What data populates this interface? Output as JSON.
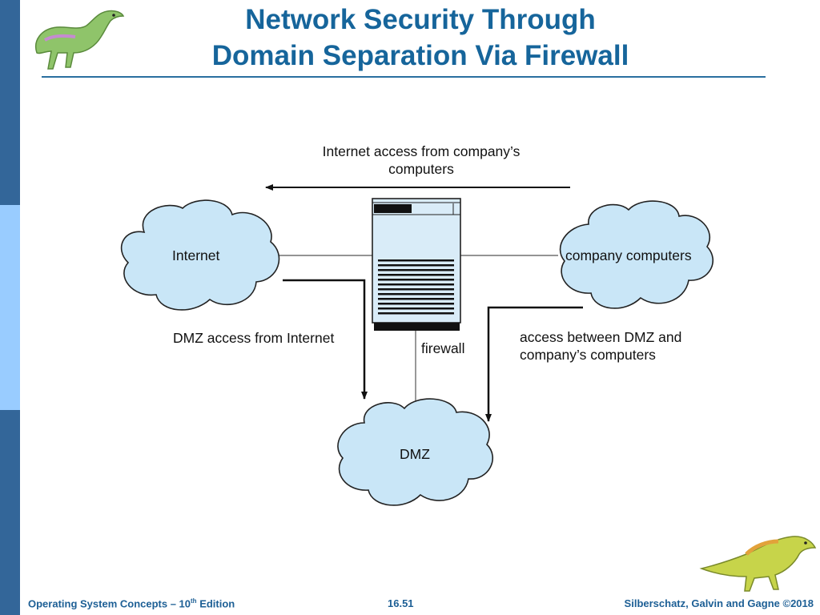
{
  "slide": {
    "title_line1": "Network Security Through",
    "title_line2": "Domain Separation Via Firewall"
  },
  "diagram": {
    "top_arrow_label_line1": "Internet access from company’s",
    "top_arrow_label_line2": "computers",
    "cloud_internet": "Internet",
    "cloud_company": "company computers",
    "cloud_dmz": "DMZ",
    "firewall_label": "firewall",
    "dmz_access_label": "DMZ access from Internet",
    "between_label_line1": "access between DMZ and",
    "between_label_line2": "company’s computers"
  },
  "footer": {
    "book_prefix": "Operating System Concepts – 10",
    "book_sup": "th",
    "book_suffix": " Edition",
    "page_number": "16.51",
    "authors": "Silberschatz, Galvin and Gagne ©2018"
  },
  "colors": {
    "title": "#16659b",
    "sidebar_dark": "#336699",
    "sidebar_light": "#99ccff",
    "cloud_fill": "#c9e6f7",
    "firewall_fill": "#d9ecf8"
  }
}
